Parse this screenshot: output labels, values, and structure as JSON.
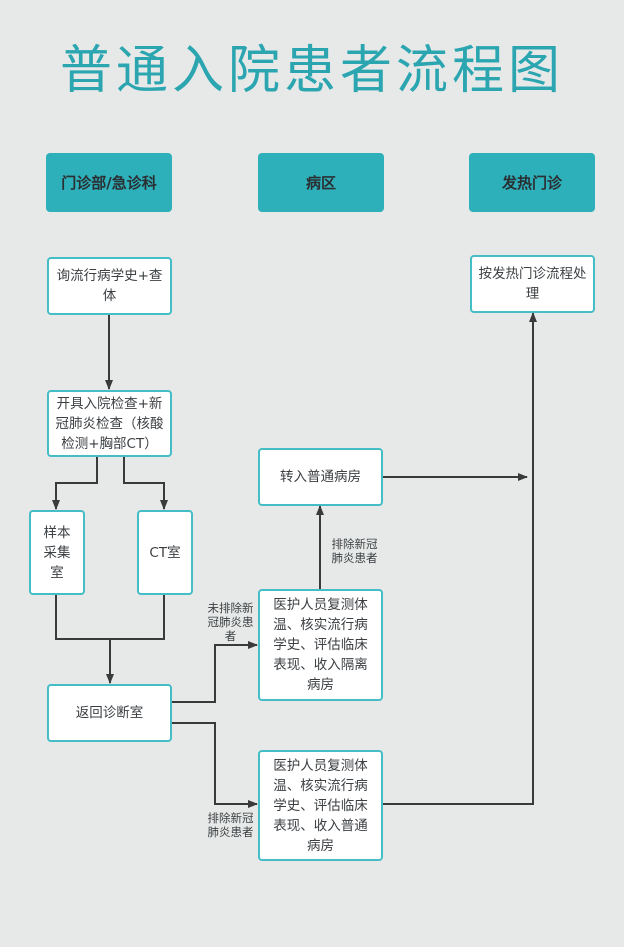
{
  "title": "普通入院患者流程图",
  "lanes": [
    {
      "label": "门诊部/急诊科"
    },
    {
      "label": "病区"
    },
    {
      "label": "发热门诊"
    }
  ],
  "nodes": {
    "inquiry": "询流行病学史+查体",
    "order_tests": "开具入院检查+新冠肺炎检查（核酸检测+胸部CT）",
    "sample_room": "样本采集室",
    "ct_room": "CT室",
    "return_diag": "返回诊断室",
    "transfer_general": "转入普通病房",
    "isolation_assess": "医护人员复测体温、核实流行病学史、评估临床表现、收入隔离病房",
    "general_assess": "医护人员复测体温、核实流行病学史、评估临床表现、收入普通病房",
    "fever_process": "按发热门诊流程处理"
  },
  "edge_labels": {
    "not_excluded": "未排除新冠肺炎患者",
    "excluded_upper": "排除新冠肺炎患者",
    "excluded_lower": "排除新冠肺炎患者"
  },
  "colors": {
    "accent": "#2ba6b0",
    "header_fill": "#2db0b9",
    "node_border": "#45bdc6",
    "line": "#3a3a3a",
    "background": "#e7e9e8"
  }
}
